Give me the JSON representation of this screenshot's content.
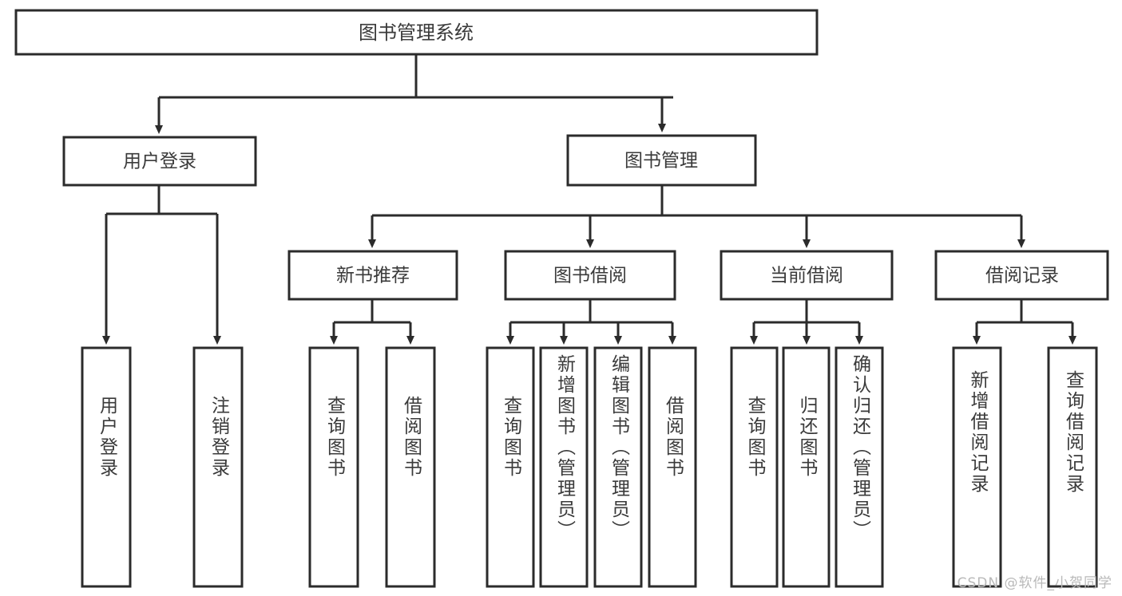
{
  "diagram": {
    "title": "图书管理系统",
    "type": "tree-hierarchy-diagram",
    "colors": {
      "box_stroke": "#2b2b2b",
      "box_fill": "#ffffff",
      "text": "#3a3a3a",
      "watermark": "#b9b9b9"
    },
    "root": {
      "label": "图书管理系统"
    },
    "level2": [
      {
        "label": "用户登录"
      },
      {
        "label": "图书管理"
      }
    ],
    "level3": [
      {
        "label": "新书推荐"
      },
      {
        "label": "图书借阅"
      },
      {
        "label": "当前借阅"
      },
      {
        "label": "借阅记录"
      }
    ],
    "leaves": {
      "user_login": [
        {
          "label": "用户登录"
        },
        {
          "label": "注销登录"
        }
      ],
      "new_book_recommend": [
        {
          "label": "查询图书"
        },
        {
          "label": "借阅图书"
        }
      ],
      "book_borrow": [
        {
          "label": "查询图书"
        },
        {
          "label": "新增图书（管理员）"
        },
        {
          "label": "编辑图书（管理员）"
        },
        {
          "label": "借阅图书"
        }
      ],
      "current_borrow": [
        {
          "label": "查询图书"
        },
        {
          "label": "归还图书"
        },
        {
          "label": "确认归还（管理员）"
        }
      ],
      "borrow_record": [
        {
          "label": "新增借阅记录"
        },
        {
          "label": "查询借阅记录"
        }
      ]
    }
  },
  "watermark": {
    "text": "CSDN @软件_小贺同学"
  }
}
